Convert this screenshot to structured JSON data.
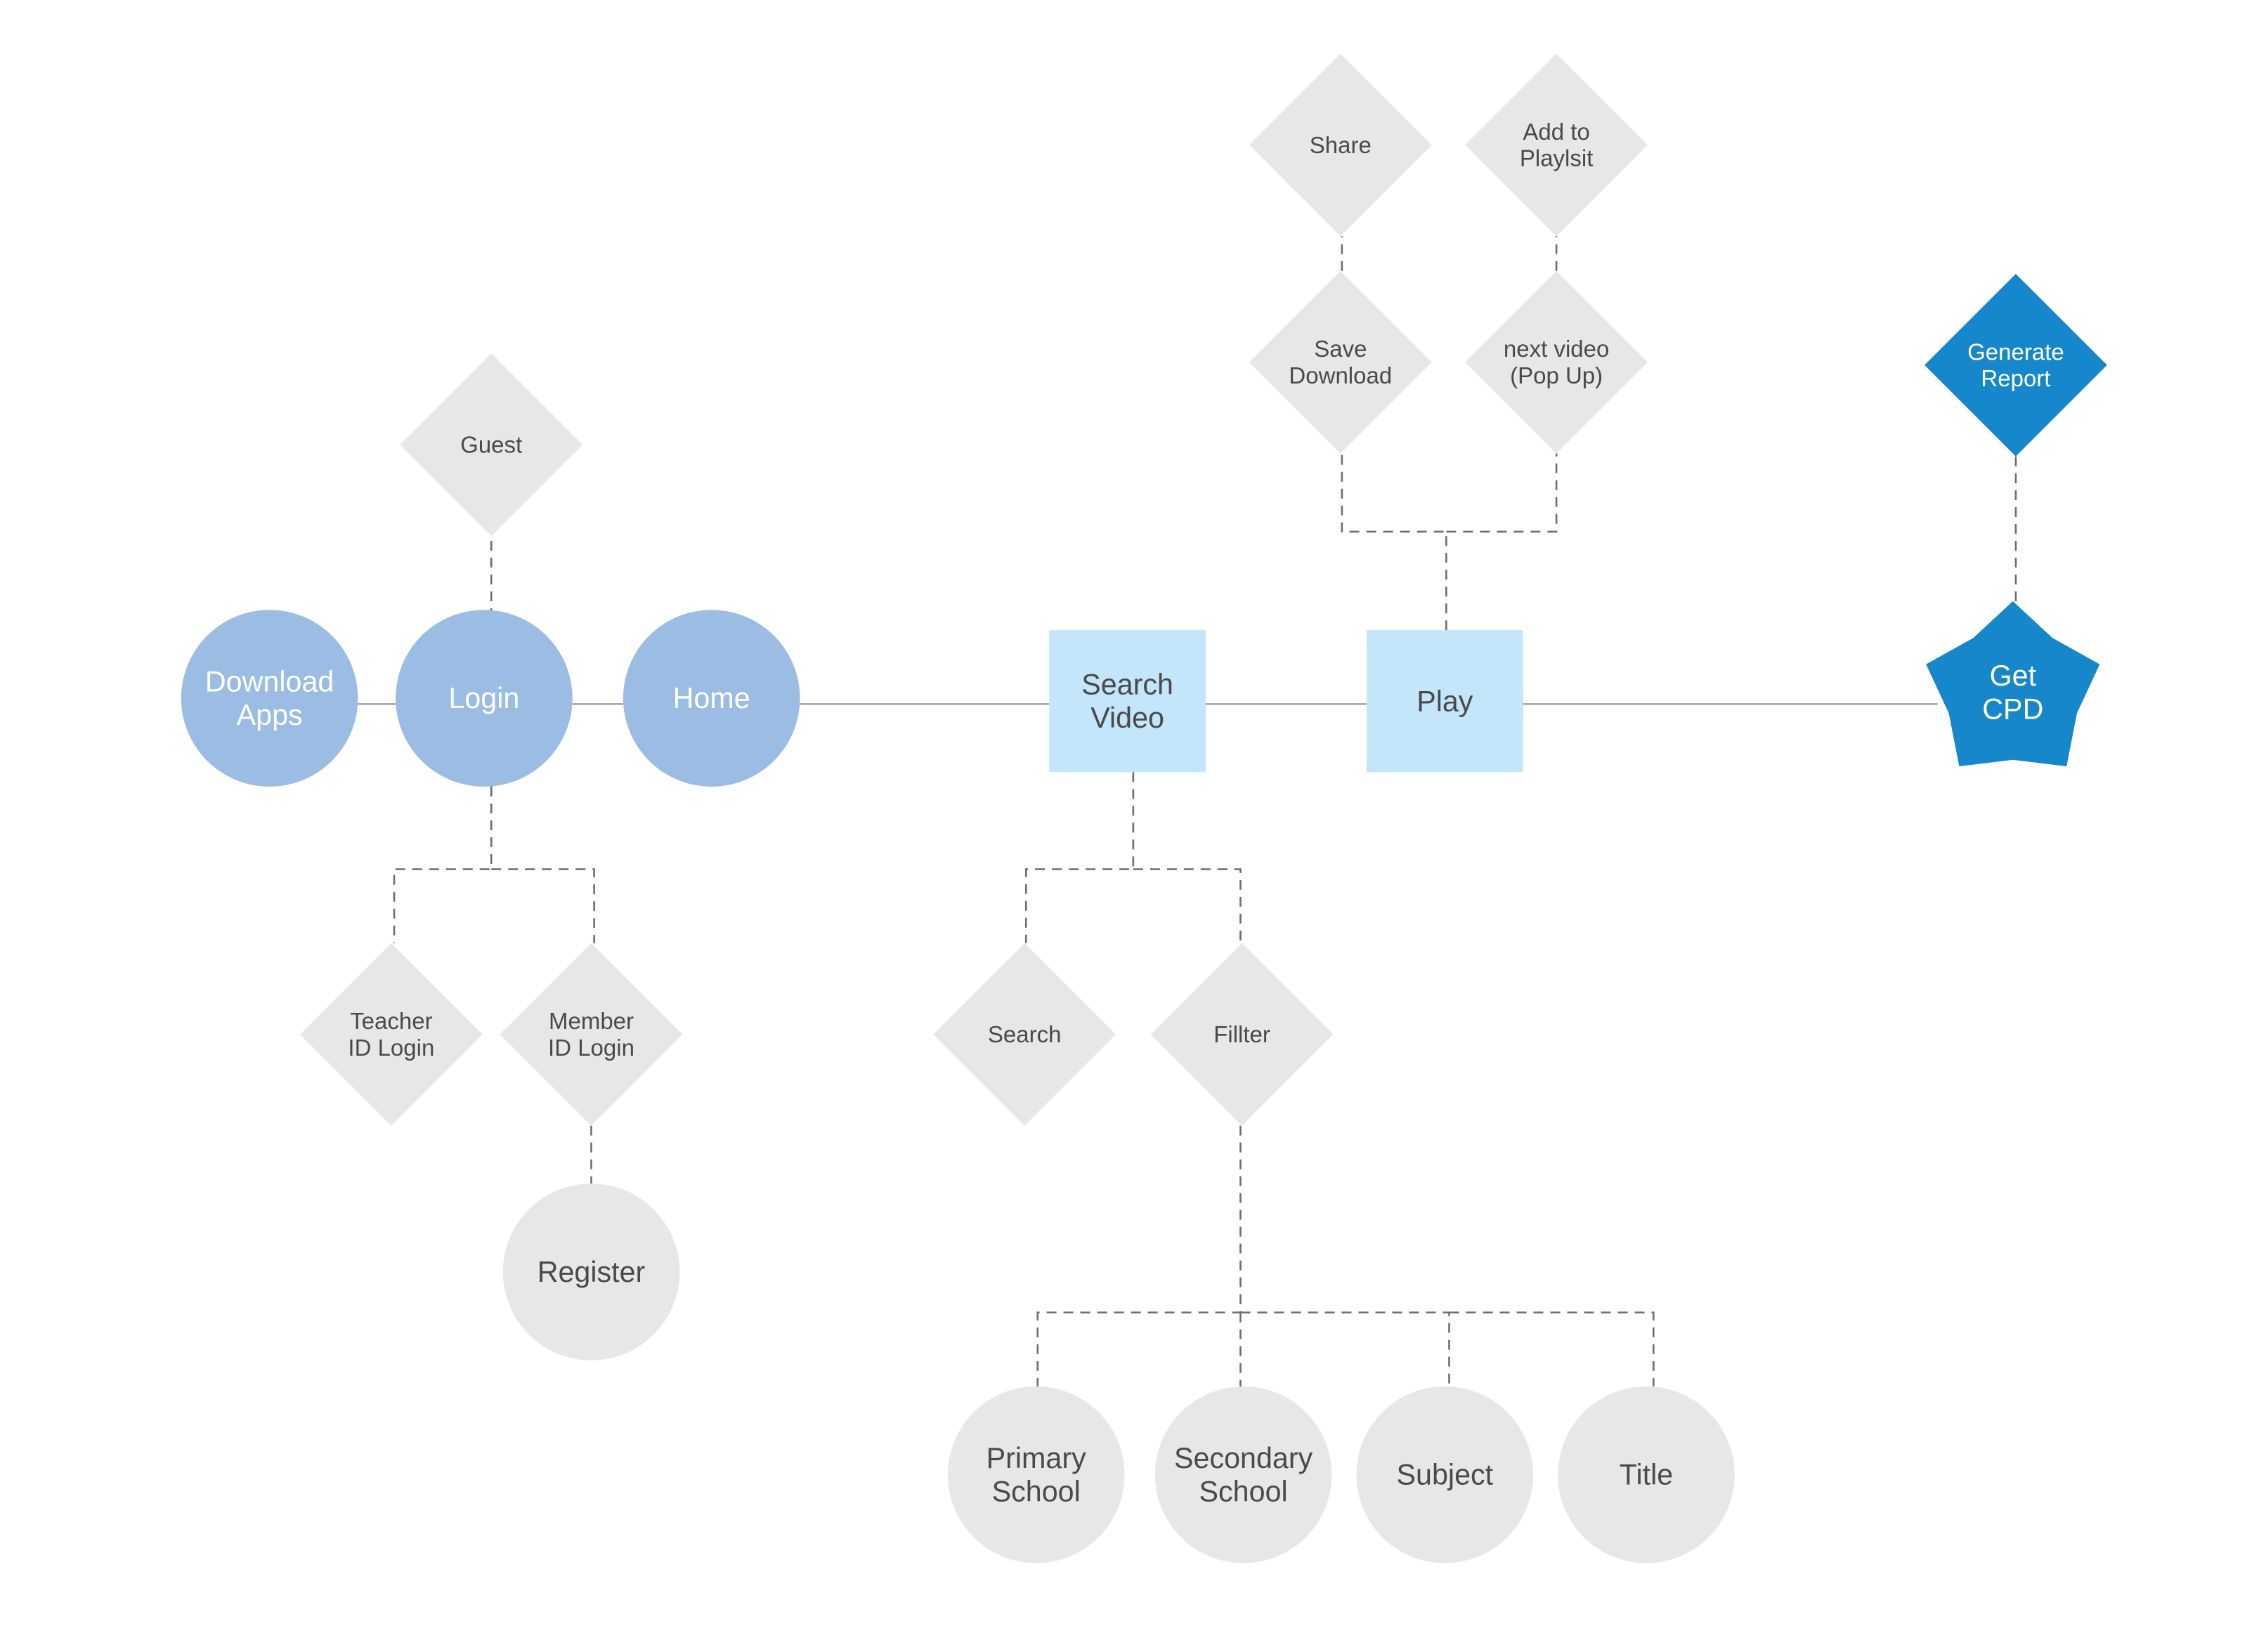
{
  "colors": {
    "background": "#ffffff",
    "primary_circle": "#9bbce3",
    "primary_circle_text": "#ffffff",
    "screen_box": "#c3e6fa",
    "screen_box_text": "#4a4a4a",
    "option_shape": "#e6e7e8",
    "option_text": "#4a4a4a",
    "accent": "#1787cb",
    "accent_text": "#ffffff",
    "solid_line": "#9ea3a8",
    "dashed_line": "#6d6e71"
  },
  "nodes": [
    {
      "id": "download-apps",
      "shape": "circle",
      "style": "primary",
      "lines": [
        "Download",
        "Apps"
      ]
    },
    {
      "id": "login",
      "shape": "circle",
      "style": "primary",
      "lines": [
        "Login"
      ]
    },
    {
      "id": "home",
      "shape": "circle",
      "style": "primary",
      "lines": [
        "Home"
      ]
    },
    {
      "id": "search-video",
      "shape": "square",
      "style": "screen",
      "lines": [
        "Search",
        "Video"
      ]
    },
    {
      "id": "play",
      "shape": "square",
      "style": "screen",
      "lines": [
        "Play"
      ]
    },
    {
      "id": "get-cpd",
      "shape": "star",
      "style": "accent",
      "lines": [
        "Get",
        "CPD"
      ]
    },
    {
      "id": "guest",
      "shape": "diamond",
      "style": "option",
      "lines": [
        "Guest"
      ]
    },
    {
      "id": "teacher-id-login",
      "shape": "diamond",
      "style": "option",
      "lines": [
        "Teacher",
        "ID Login"
      ]
    },
    {
      "id": "member-id-login",
      "shape": "diamond",
      "style": "option",
      "lines": [
        "Member",
        "ID Login"
      ]
    },
    {
      "id": "register",
      "shape": "circle",
      "style": "option",
      "lines": [
        "Register"
      ]
    },
    {
      "id": "search",
      "shape": "diamond",
      "style": "option",
      "lines": [
        "Search"
      ]
    },
    {
      "id": "filter",
      "shape": "diamond",
      "style": "option",
      "lines": [
        "Fillter"
      ]
    },
    {
      "id": "primary-school",
      "shape": "circle",
      "style": "option",
      "lines": [
        "Primary",
        "School"
      ]
    },
    {
      "id": "secondary-school",
      "shape": "circle",
      "style": "option",
      "lines": [
        "Secondary",
        "School"
      ]
    },
    {
      "id": "subject",
      "shape": "circle",
      "style": "option",
      "lines": [
        "Subject"
      ]
    },
    {
      "id": "title",
      "shape": "circle",
      "style": "option",
      "lines": [
        "Title"
      ]
    },
    {
      "id": "share",
      "shape": "diamond",
      "style": "option",
      "lines": [
        "Share"
      ]
    },
    {
      "id": "add-to-playlist",
      "shape": "diamond",
      "style": "option",
      "lines": [
        "Add to",
        "Playlsit"
      ]
    },
    {
      "id": "save-download",
      "shape": "diamond",
      "style": "option",
      "lines": [
        "Save",
        "Download"
      ]
    },
    {
      "id": "next-video",
      "shape": "diamond",
      "style": "option",
      "lines": [
        "next video",
        "(Pop Up)"
      ]
    },
    {
      "id": "generate-report",
      "shape": "diamond",
      "style": "accent",
      "lines": [
        "Generate",
        "Report"
      ]
    }
  ],
  "connections": [
    {
      "from": "download-apps",
      "to": "login",
      "line": "solid"
    },
    {
      "from": "login",
      "to": "home",
      "line": "solid"
    },
    {
      "from": "home",
      "to": "search-video",
      "line": "solid"
    },
    {
      "from": "search-video",
      "to": "play",
      "line": "solid"
    },
    {
      "from": "play",
      "to": "get-cpd",
      "line": "solid"
    },
    {
      "from": "login",
      "to": "guest",
      "line": "dashed"
    },
    {
      "from": "login",
      "to": "teacher-id-login",
      "line": "dashed"
    },
    {
      "from": "login",
      "to": "member-id-login",
      "line": "dashed"
    },
    {
      "from": "member-id-login",
      "to": "register",
      "line": "dashed"
    },
    {
      "from": "search-video",
      "to": "search",
      "line": "dashed"
    },
    {
      "from": "search-video",
      "to": "filter",
      "line": "dashed"
    },
    {
      "from": "filter",
      "to": "primary-school",
      "line": "dashed"
    },
    {
      "from": "filter",
      "to": "secondary-school",
      "line": "dashed"
    },
    {
      "from": "filter",
      "to": "subject",
      "line": "dashed"
    },
    {
      "from": "filter",
      "to": "title",
      "line": "dashed"
    },
    {
      "from": "play",
      "to": "save-download",
      "line": "dashed"
    },
    {
      "from": "play",
      "to": "next-video",
      "line": "dashed"
    },
    {
      "from": "save-download",
      "to": "share",
      "line": "dashed"
    },
    {
      "from": "next-video",
      "to": "add-to-playlist",
      "line": "dashed"
    },
    {
      "from": "get-cpd",
      "to": "generate-report",
      "line": "dashed"
    }
  ]
}
